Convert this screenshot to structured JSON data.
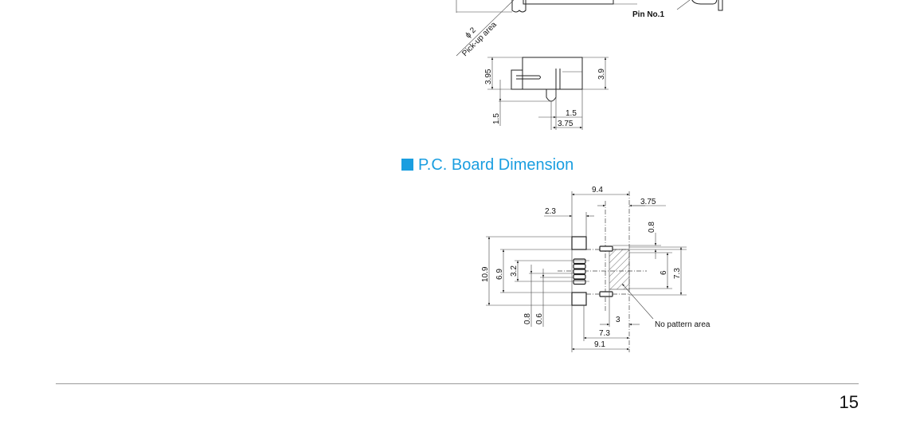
{
  "top_drawing": {
    "pin_label": "Pin No.1",
    "pickup_diameter": "ϕ 2",
    "pickup_label": "Pick-up area",
    "dims": {
      "h_395": "3.95",
      "h_39": "3.9",
      "v_15": "1.5",
      "w_15": "1.5",
      "w_375": "3.75"
    }
  },
  "section": {
    "title": "P.C. Board Dimension"
  },
  "pcb_drawing": {
    "dims": {
      "w_94": "9.4",
      "w_375": "3.75",
      "w_23": "2.3",
      "h_08_top": "0.8",
      "h_109": "10.9",
      "h_69": "6.9",
      "h_32": "3.2",
      "p_08": "0.8",
      "p_06": "0.6",
      "h_6": "6",
      "h_73": "7.3",
      "w_3": "3",
      "w_73": "7.3",
      "w_91": "9.1"
    },
    "no_pattern_label": "No pattern area"
  },
  "footer": {
    "page_number": "15"
  }
}
